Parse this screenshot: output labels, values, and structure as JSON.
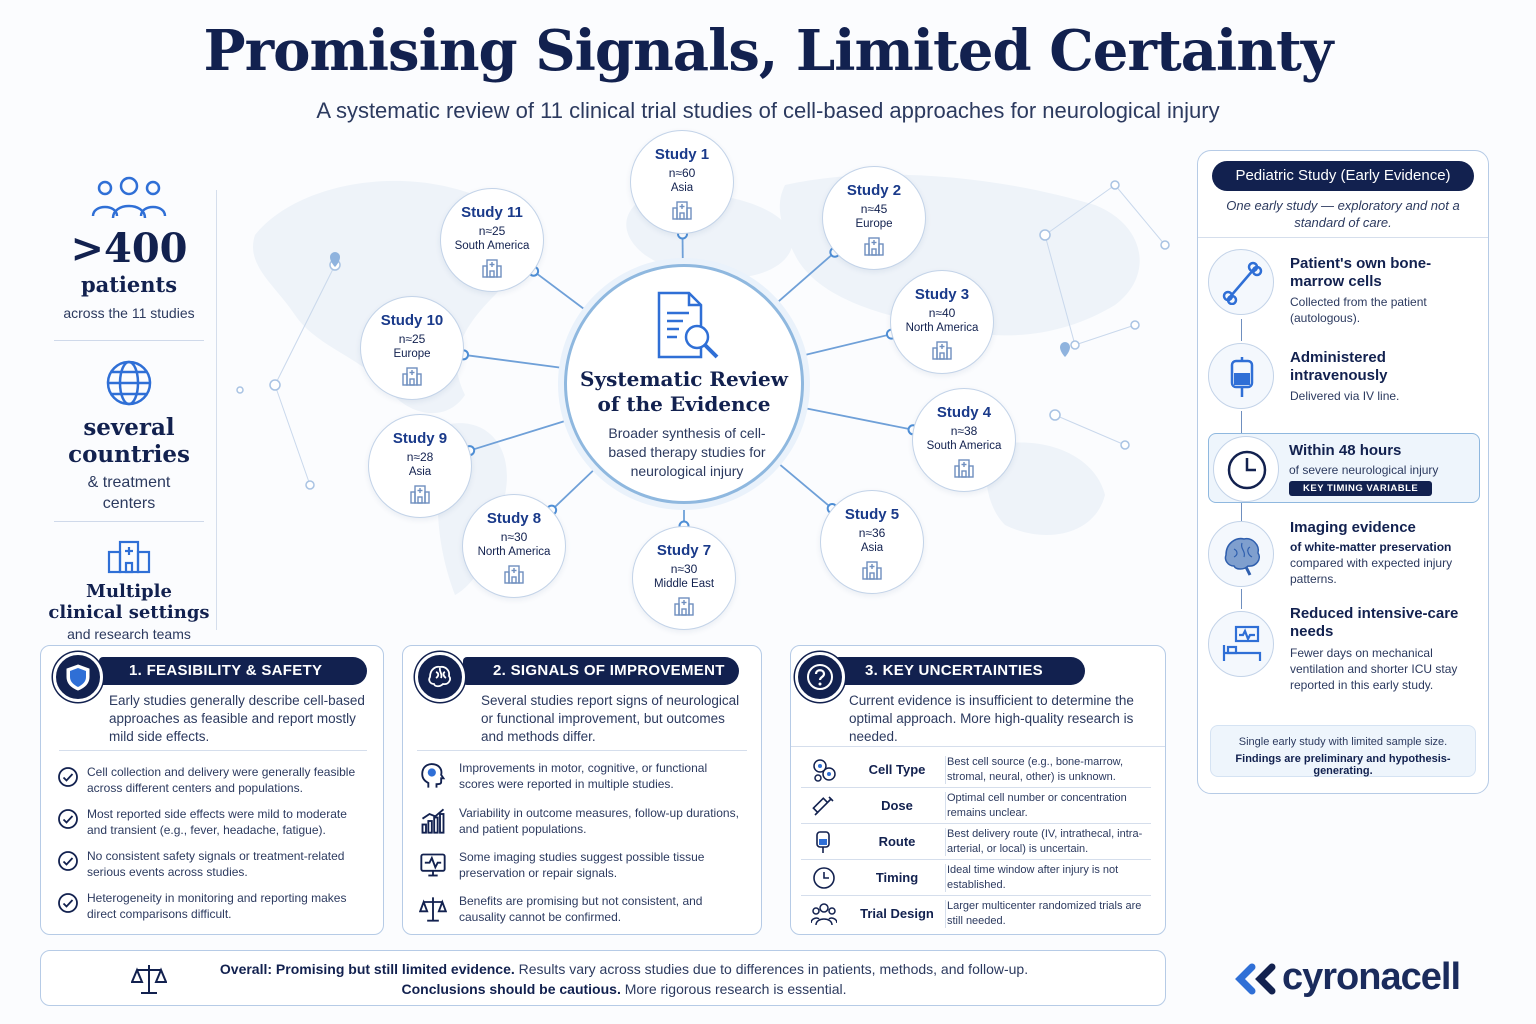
{
  "header": {
    "title": "Promising Signals, Limited Certainty",
    "subtitle": "A systematic review of 11 clinical trial studies of cell-based approaches for neurological injury"
  },
  "stats": [
    {
      "value": ">400",
      "label": "patients",
      "sub": "across the 11 studies",
      "icon": "patients-group-icon"
    },
    {
      "value": "several",
      "label": "countries",
      "sub": "& treatment centers",
      "icon": "globe-icon"
    },
    {
      "value": "Multiple",
      "label": "clinical settings",
      "sub": "and research teams",
      "icon": "hospital-icon"
    }
  ],
  "hub": {
    "title_line1": "Systematic Review",
    "title_line2": "of the Evidence",
    "desc": "Broader synthesis of cell-based therapy studies for neurological injury"
  },
  "studies": [
    {
      "name": "Study 1",
      "n": "n≈60",
      "region": "Asia"
    },
    {
      "name": "Study 2",
      "n": "n≈45",
      "region": "Europe"
    },
    {
      "name": "Study 3",
      "n": "n≈40",
      "region": "North America"
    },
    {
      "name": "Study 4",
      "n": "n≈38",
      "region": "South America"
    },
    {
      "name": "Study 5",
      "n": "n≈36",
      "region": "Asia"
    },
    {
      "name": "Study 7",
      "n": "n≈30",
      "region": "Middle East"
    },
    {
      "name": "Study 8",
      "n": "n≈30",
      "region": "North America"
    },
    {
      "name": "Study 9",
      "n": "n≈28",
      "region": "Asia"
    },
    {
      "name": "Study 10",
      "n": "n≈25",
      "region": "Europe"
    },
    {
      "name": "Study 11",
      "n": "n≈25",
      "region": "South America"
    }
  ],
  "pediatric": {
    "heading": "Pediatric Study (Early Evidence)",
    "subheading": "One early study — exploratory and not a standard of care.",
    "steps": [
      {
        "title": "Patient's own bone-marrow cells",
        "desc": "Collected from the patient (autologous).",
        "icon": "bone-icon"
      },
      {
        "title": "Administered intravenously",
        "desc": "Delivered via IV line.",
        "icon": "iv-bag-icon"
      },
      {
        "title": "Within 48 hours",
        "desc": "of severe neurological injury",
        "badge": "KEY TIMING VARIABLE",
        "icon": "clock-icon"
      },
      {
        "title": "Imaging evidence",
        "bold_desc": "of white-matter preservation",
        "desc": "compared with expected injury patterns.",
        "icon": "brain-icon"
      },
      {
        "title": "Reduced intensive-care needs",
        "desc": "Fewer days on mechanical ventilation and shorter ICU stay reported in this early study.",
        "icon": "icu-bed-icon"
      }
    ],
    "note_line1": "Single early study with limited sample size.",
    "note_line2": "Findings are preliminary and hypothesis-generating."
  },
  "feasibility": {
    "title": "1. FEASIBILITY & SAFETY",
    "intro": "Early studies generally describe cell-based approaches as feasible and report mostly mild side effects.",
    "items": [
      "Cell collection and delivery were generally feasible across different centers and populations.",
      "Most reported side effects were mild to moderate and transient (e.g., fever, headache, fatigue).",
      "No consistent safety signals or treatment-related serious events across studies.",
      "Heterogeneity in monitoring and reporting makes direct comparisons difficult."
    ]
  },
  "signals": {
    "title": "2. SIGNALS OF IMPROVEMENT",
    "intro": "Several studies report signs of neurological or functional improvement, but outcomes and methods differ.",
    "items": [
      {
        "text": "Improvements in motor, cognitive, or functional scores were reported in multiple studies.",
        "icon": "head-profile-icon"
      },
      {
        "text": "Variability in outcome measures, follow-up durations, and patient populations.",
        "icon": "bar-chart-icon"
      },
      {
        "text": "Some imaging studies suggest possible tissue preservation or repair signals.",
        "icon": "monitor-pulse-icon"
      },
      {
        "text": "Benefits are promising but not consistent, and causality cannot be confirmed.",
        "icon": "scale-icon"
      }
    ]
  },
  "uncertainties": {
    "title": "3. KEY UNCERTAINTIES",
    "intro": "Current evidence is insufficient to determine the optimal approach. More high-quality research is needed.",
    "rows": [
      {
        "label": "Cell Type",
        "desc": "Best cell source (e.g., bone-marrow, stromal, neural, other) is unknown.",
        "icon": "cells-icon"
      },
      {
        "label": "Dose",
        "desc": "Optimal cell number or concentration remains unclear.",
        "icon": "syringe-icon"
      },
      {
        "label": "Route",
        "desc": "Best delivery route (IV, intrathecal, intra-arterial, or local) is uncertain.",
        "icon": "iv-bag-icon"
      },
      {
        "label": "Timing",
        "desc": "Ideal time window after injury is not established.",
        "icon": "clock-icon"
      },
      {
        "label": "Trial Design",
        "desc": "Larger multicenter randomized trials are still needed.",
        "icon": "people-icon"
      }
    ]
  },
  "footer": {
    "l1_bold": "Overall: Promising but still limited evidence.",
    "l1_rest": " Results vary across studies due to differences in patients, methods, and follow-up.",
    "l2_bold": "Conclusions should be cautious.",
    "l2_rest": " More rigorous research is essential."
  },
  "brand": {
    "name": "cyronacell"
  },
  "colors": {
    "navy": "#12214f",
    "accent": "#2f6fd6",
    "light": "#eef5fc",
    "border": "#b6cbe6"
  }
}
